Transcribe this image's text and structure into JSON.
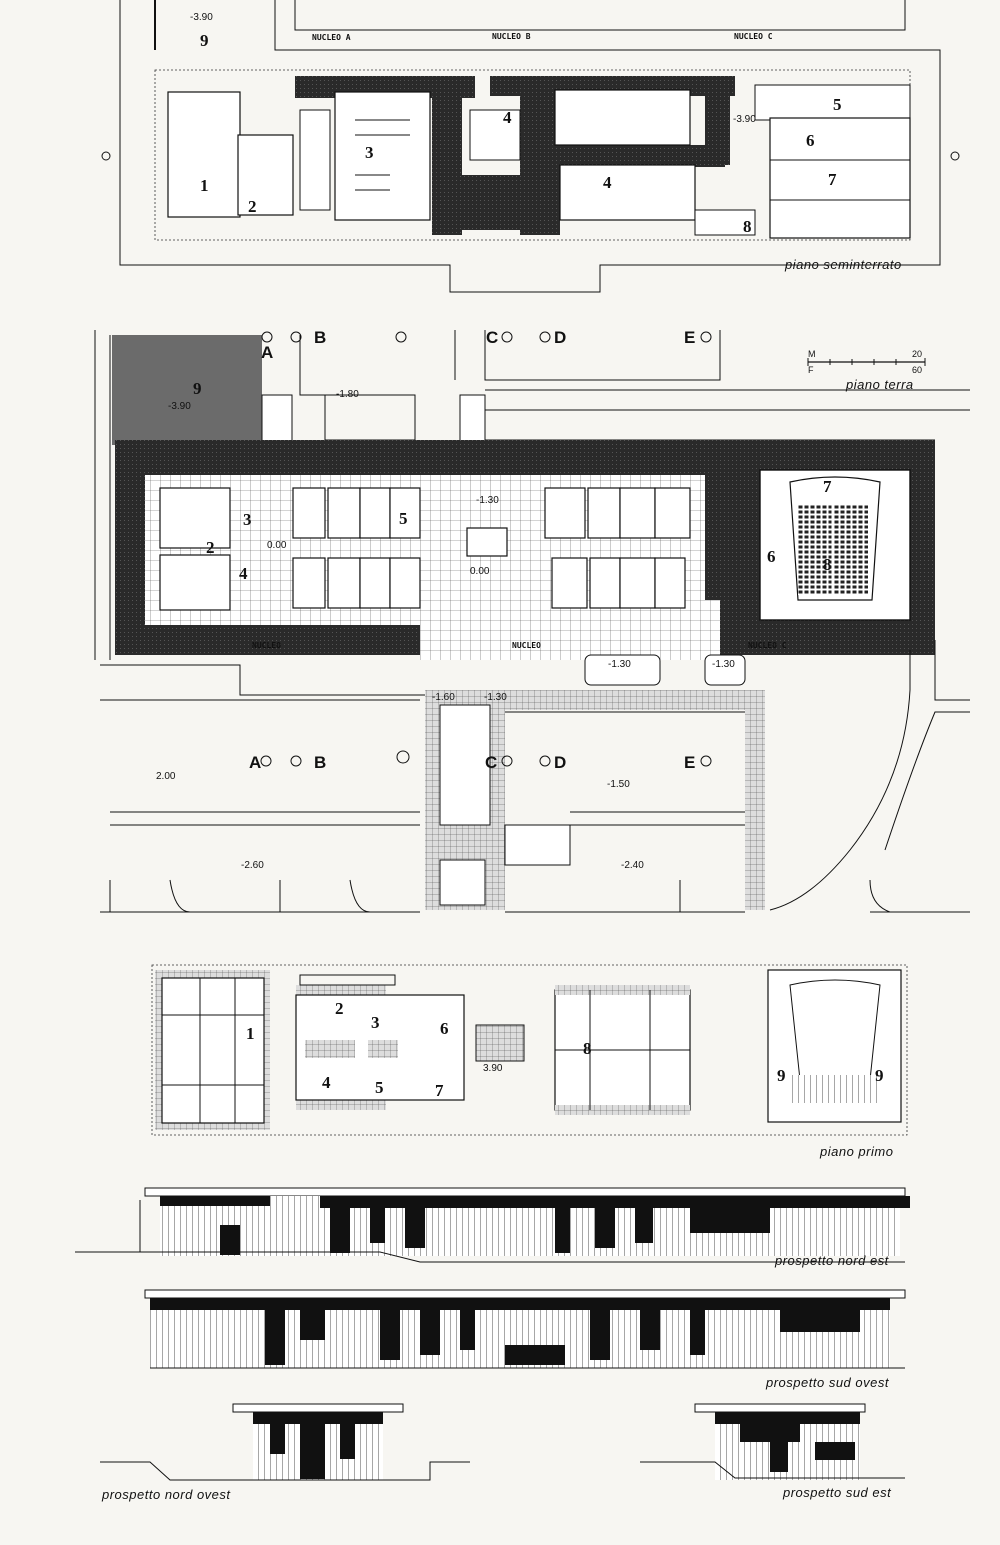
{
  "sheets": {
    "basement": {
      "title": "piano seminterrato",
      "level": "-3.90",
      "level_mid": "-3.90",
      "nuclei": [
        "NUCLEO   A",
        "NUCLEO   B",
        "NUCLEO   C"
      ],
      "rooms": [
        "1",
        "2",
        "3",
        "4",
        "4",
        "5",
        "6",
        "7",
        "8",
        "9"
      ]
    },
    "ground": {
      "title": "piano terra",
      "scale_top": "M",
      "scale_bottom": "F",
      "scale_top_value": "20",
      "scale_bottom_value": "60",
      "grid_top": [
        "A",
        "B",
        "C",
        "D",
        "E"
      ],
      "grid_bottom": [
        "A",
        "B",
        "C",
        "D",
        "E"
      ],
      "levels": [
        "-3.90",
        "-1.80",
        "-1.30",
        "0.00",
        "0.00",
        "-1.60",
        "-1.30",
        "-1.30",
        "-1.30",
        "2.00",
        "-1.50",
        "-2.60",
        "-2.40"
      ],
      "nuclei": [
        "NUCLEO",
        "NUCLEO",
        "NUCLEO   C"
      ],
      "rooms": [
        "9",
        "3",
        "2",
        "4",
        "5",
        "7",
        "6",
        "8"
      ]
    },
    "first": {
      "title": "piano primo",
      "level": "3.90",
      "rooms": [
        "1",
        "2",
        "3",
        "6",
        "4",
        "5",
        "7",
        "8",
        "9",
        "9"
      ]
    },
    "elevations": {
      "ne": "prospetto nord est",
      "sw": "prospetto sud ovest",
      "nw": "prospetto nord ovest",
      "se": "prospetto sud est"
    }
  }
}
